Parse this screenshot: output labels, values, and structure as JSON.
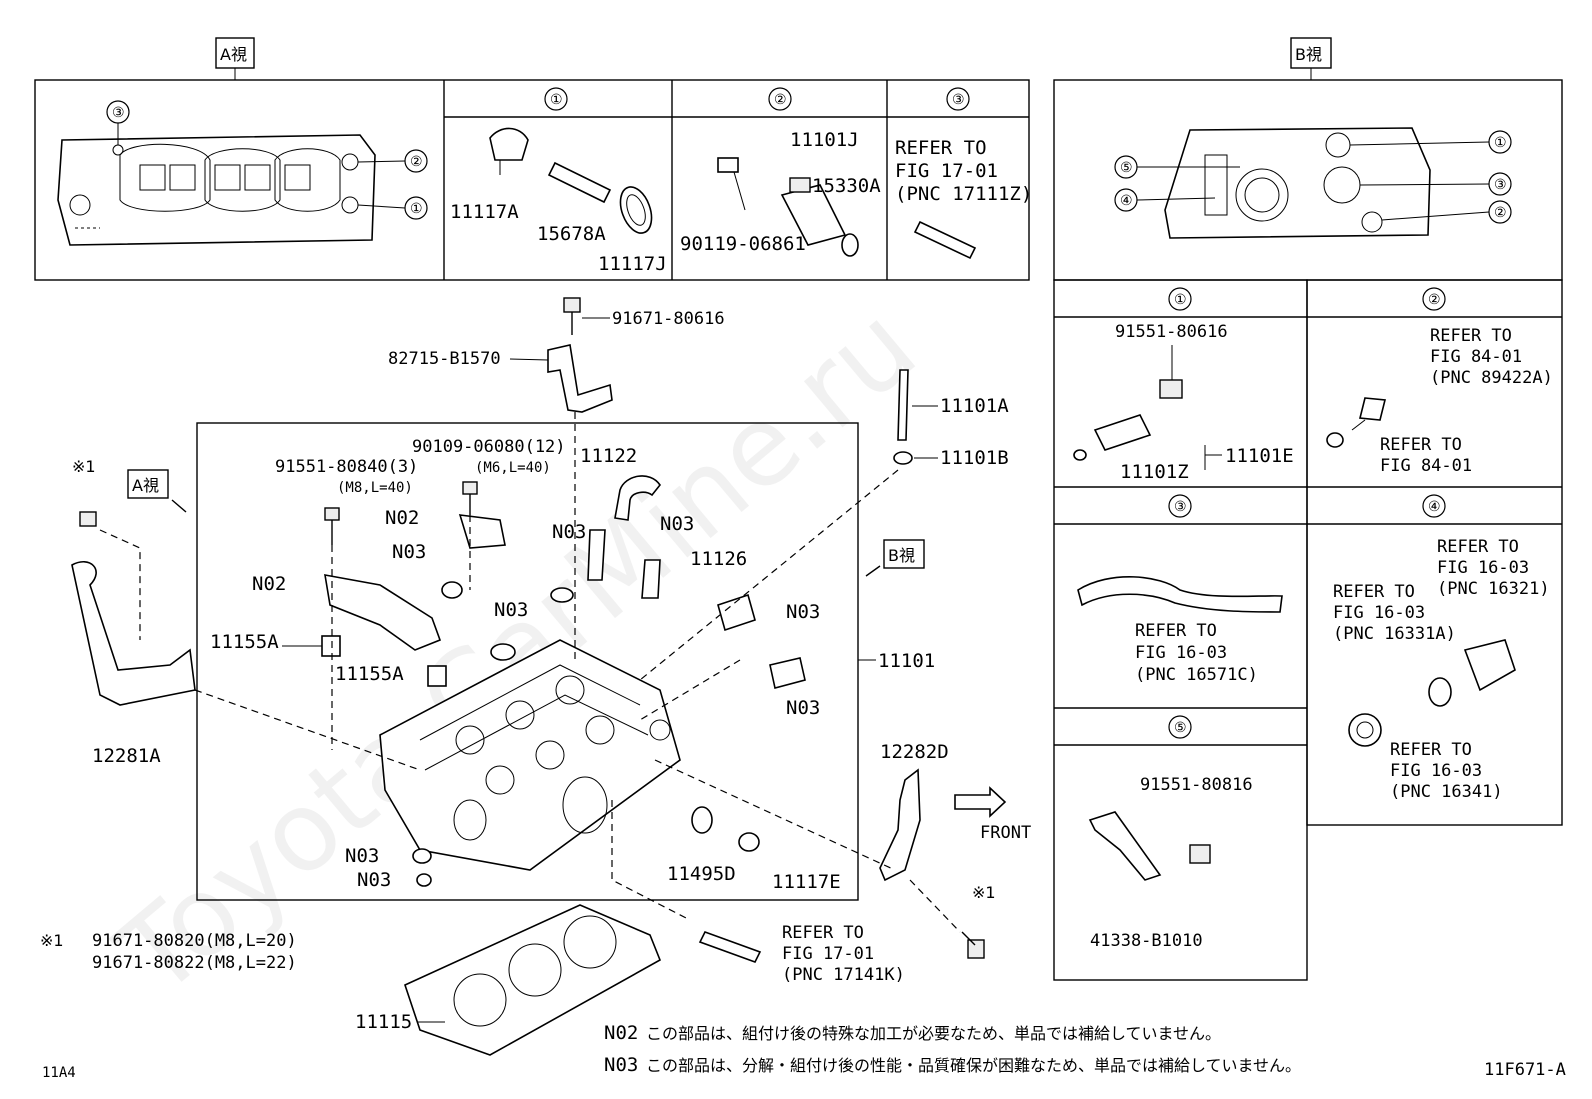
{
  "watermark": "Toyota CarMine.ru",
  "view_tags": {
    "a_view_top": "A視",
    "b_view_top": "B視",
    "a_view_arrow": "A視",
    "b_view_arrow": "B視"
  },
  "markers": {
    "m1": "①",
    "m2": "②",
    "m3": "③",
    "m4": "④",
    "m5": "⑤",
    "kome1": "※1"
  },
  "panel_a": {
    "sub1_parts": [
      "11117A",
      "15678A",
      "11117J"
    ],
    "sub2_parts": [
      "11101J",
      "15330A",
      "90119-06861"
    ],
    "sub3_refer": [
      "REFER TO",
      "FIG 17-01",
      "(PNC 17111Z)"
    ]
  },
  "panel_b": {
    "sub1": {
      "parts": [
        "91551-80616",
        "11101E",
        "11101Z"
      ]
    },
    "sub2": {
      "refer1": [
        "REFER TO",
        "FIG 84-01",
        "(PNC 89422A)"
      ],
      "refer2": [
        "REFER TO",
        "FIG 84-01"
      ]
    },
    "sub3": {
      "refer": [
        "REFER TO",
        "FIG 16-03",
        "(PNC 16571C)"
      ]
    },
    "sub4": {
      "refer_top": [
        "REFER TO",
        "FIG 16-03",
        "(PNC 16321)"
      ],
      "refer_left": [
        "REFER TO",
        "FIG 16-03",
        "(PNC 16331A)"
      ],
      "refer_bottom": [
        "REFER TO",
        "FIG 16-03",
        "(PNC 16341)"
      ]
    },
    "sub5": {
      "parts": [
        "91551-80816",
        "41338-B1010"
      ]
    }
  },
  "main": {
    "p_91671_80616": "91671-80616",
    "p_82715_B1570": "82715-B1570",
    "p_11101A": "11101A",
    "p_11101B": "11101B",
    "p_90109": "90109-06080(12)",
    "p_90109_spec": "(M6,L=40)",
    "p_91551_80840": "91551-80840(3)",
    "p_91551_spec": "(M8,L=40)",
    "p_11122": "11122",
    "p_11126": "11126",
    "p_11101": "11101",
    "p_11155A_1": "11155A",
    "p_11155A_2": "11155A",
    "p_12281A": "12281A",
    "p_12282D": "12282D",
    "p_11495D": "11495D",
    "p_11117E": "11117E",
    "p_11115": "11115",
    "n02": "N02",
    "n03": "N03",
    "front": "FRONT",
    "refer_bottom": [
      "REFER TO",
      "FIG 17-01",
      "(PNC 17141K)"
    ]
  },
  "footnote": {
    "mark": "※1",
    "lines": [
      "91671-80820(M8,L=20)",
      "91671-80822(M8,L=22)"
    ]
  },
  "notes": [
    {
      "code": "N02",
      "text": "この部品は、組付け後の特殊な加工が必要なため、単品では補給していません。"
    },
    {
      "code": "N03",
      "text": "この部品は、分解・組付け後の性能・品質確保が困難なため、単品では補給していません。"
    }
  ],
  "page_code_left": "11A4",
  "page_code_right": "11F671-A"
}
